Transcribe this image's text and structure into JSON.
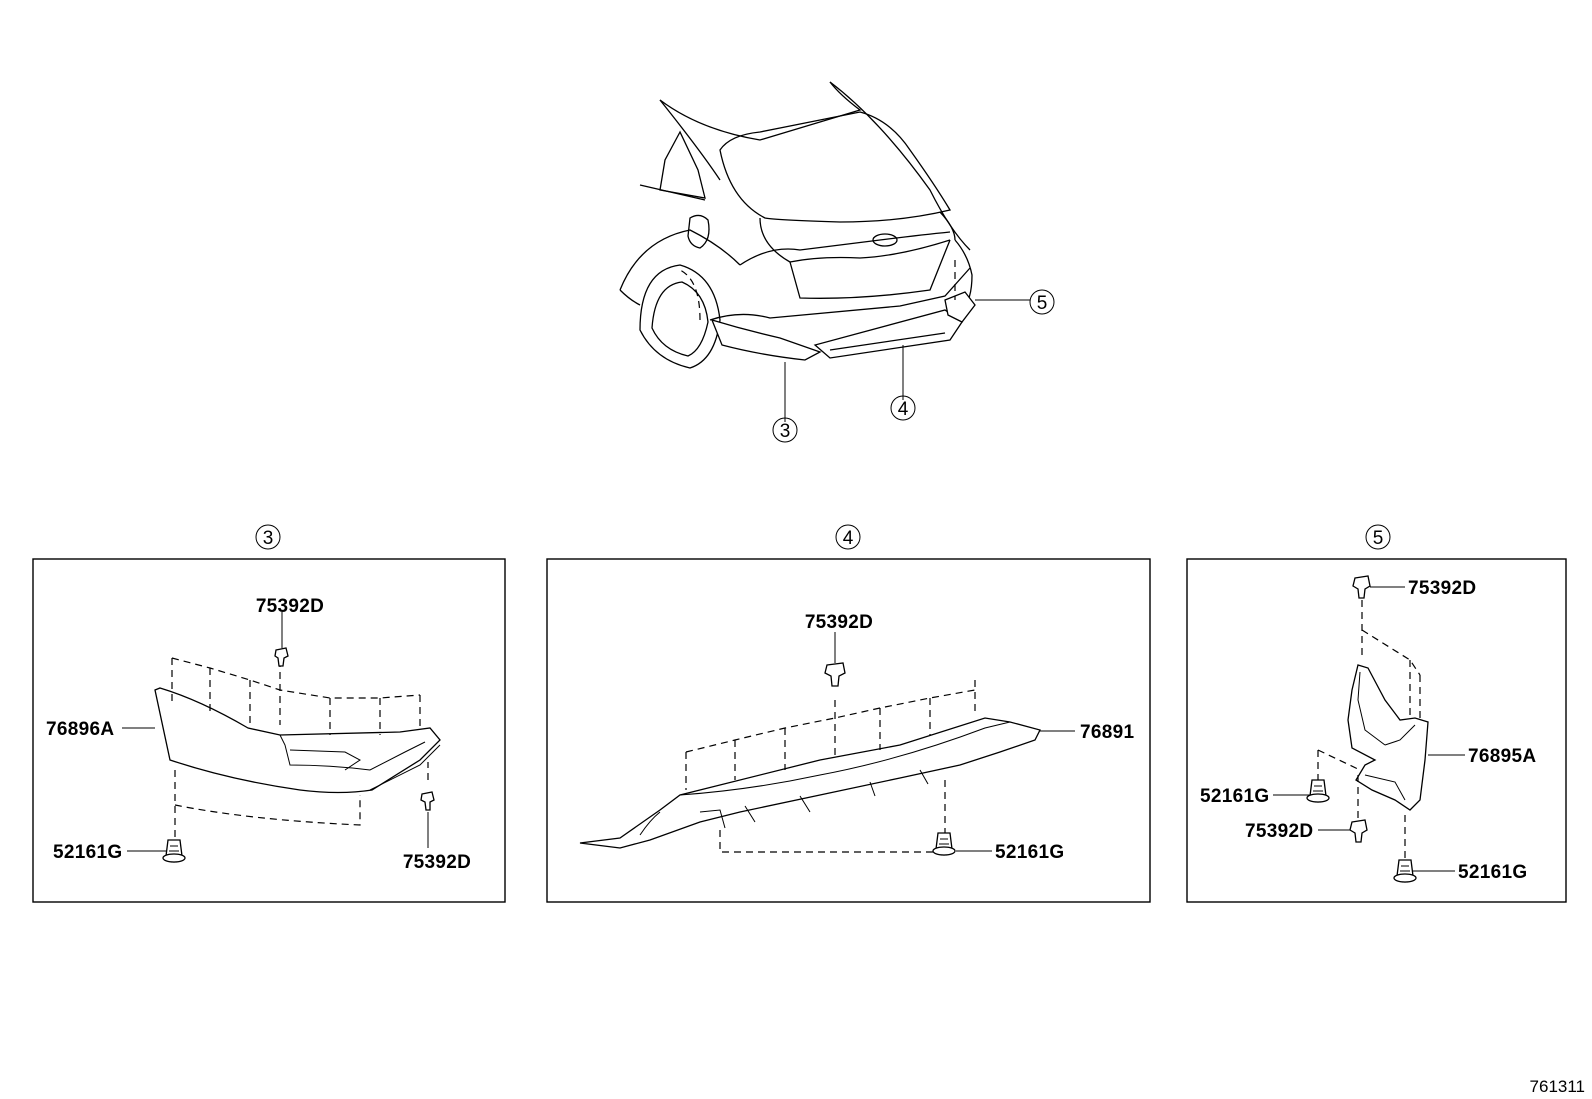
{
  "overview": {
    "callouts": [
      {
        "id": "callout-3",
        "number": "3"
      },
      {
        "id": "callout-4",
        "number": "4"
      },
      {
        "id": "callout-5",
        "number": "5"
      }
    ]
  },
  "panels": [
    {
      "number": "3",
      "parts": {
        "main": "76896A",
        "clip_top": "75392D",
        "clip_bottom_right": "75392D",
        "fastener": "52161G"
      }
    },
    {
      "number": "4",
      "parts": {
        "main": "76891",
        "clip_top": "75392D",
        "fastener": "52161G"
      }
    },
    {
      "number": "5",
      "parts": {
        "main": "76895A",
        "clip_top": "75392D",
        "clip_mid": "75392D",
        "fastener_left": "52161G",
        "fastener_bottom": "52161G"
      }
    }
  ],
  "figure_number": "761311"
}
